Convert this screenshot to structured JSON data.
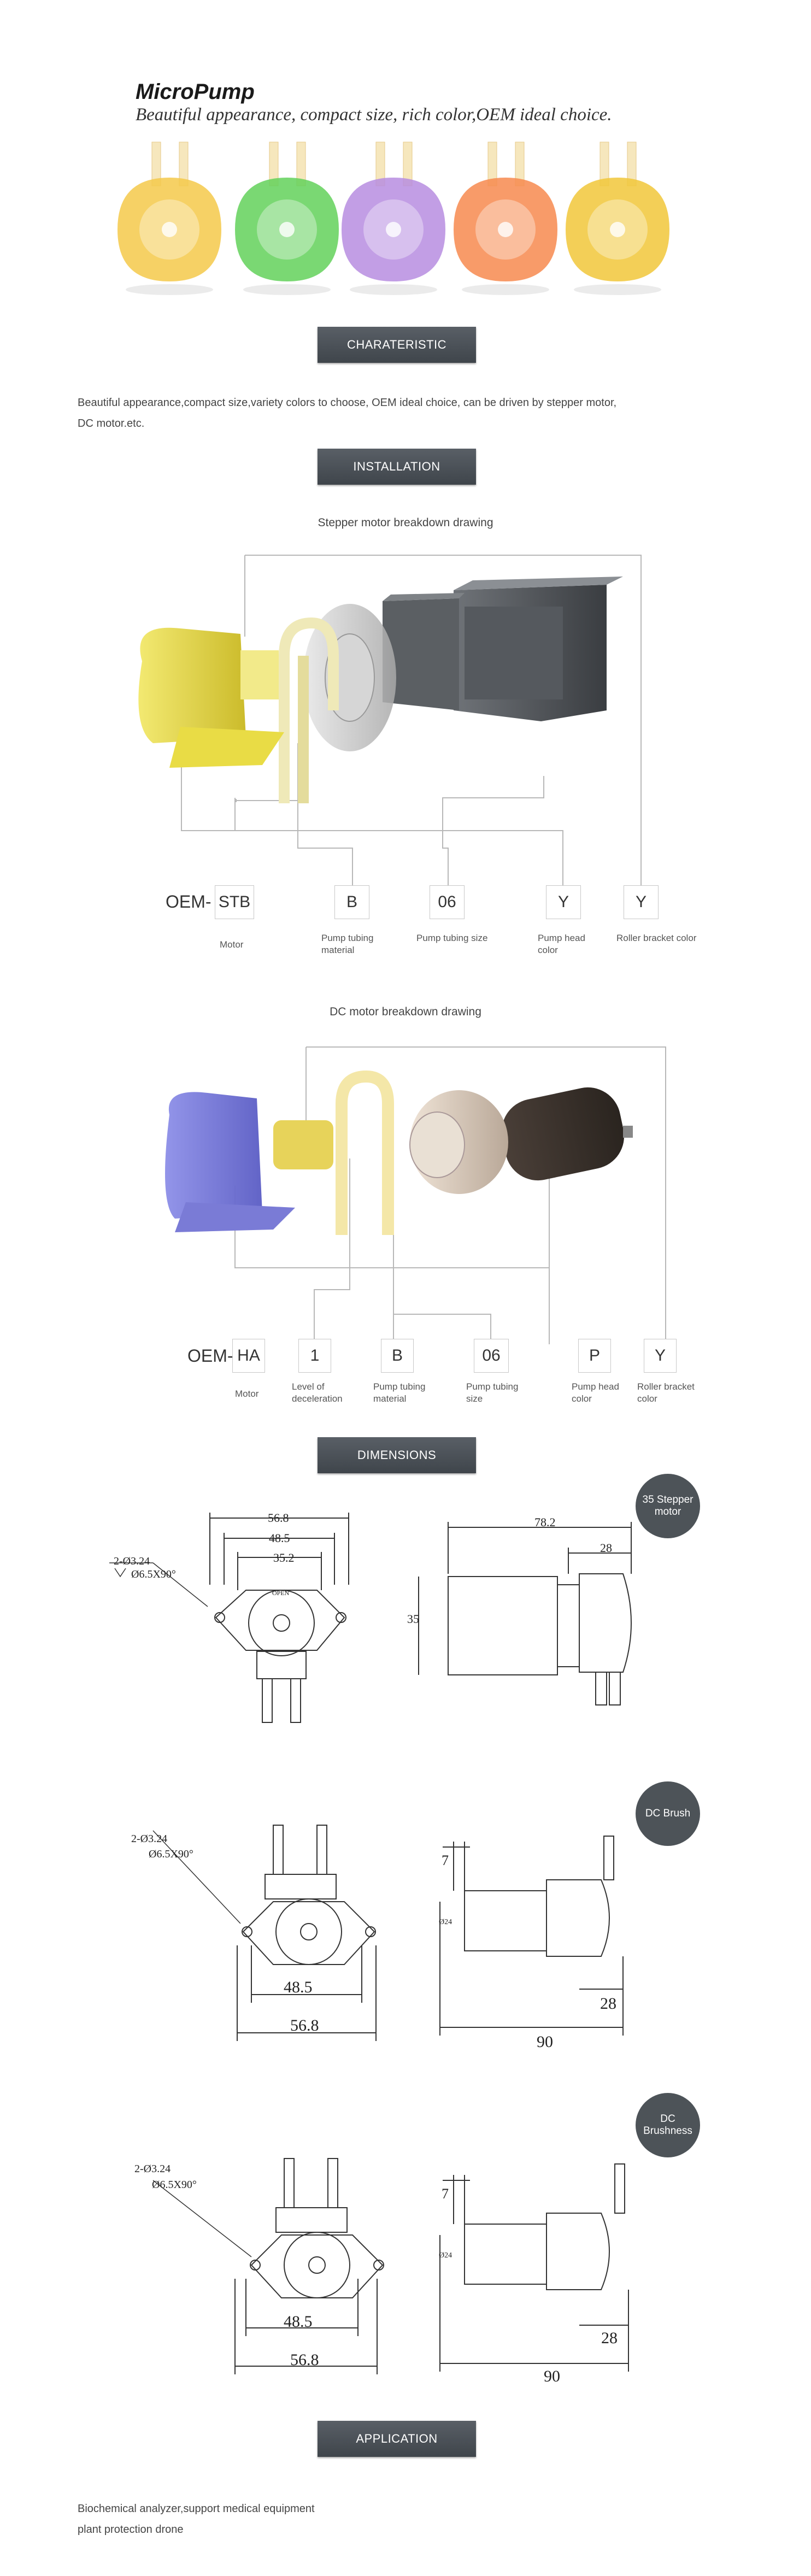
{
  "header": {
    "title": "MicroPump",
    "subtitle": "Beautiful appearance, compact size, rich color,OEM ideal choice."
  },
  "colors": {
    "pump_colors": [
      "#f4c94a",
      "#63d15a",
      "#b78de0",
      "#f78a4f",
      "#f1c73a"
    ],
    "banner": "#4b5157"
  },
  "sections": {
    "characteristic": "CHARATERISTIC",
    "installation": "INSTALLATION",
    "dimensions": "DIMENSIONS",
    "application": "APPLICATION"
  },
  "characteristic": {
    "line1": "Beautiful appearance,compact size,variety colors to choose, OEM ideal choice, can be driven by  stepper motor,",
    "line2": "DC motor.etc."
  },
  "stepper_drawing": {
    "heading": "Stepper motor breakdown drawing",
    "prefix": "OEM-",
    "codes": [
      "STB",
      "B",
      "06",
      "Y",
      "Y"
    ],
    "labels": [
      "Motor",
      "Pump tubing material",
      "Pump tubing size",
      "Pump head color",
      "Roller bracket color"
    ]
  },
  "dc_drawing": {
    "heading": "DC motor breakdown drawing",
    "prefix": "OEM-",
    "codes": [
      "HA",
      "1",
      "B",
      "06",
      "P",
      "Y"
    ],
    "labels": [
      "Motor",
      "Level of deceleration",
      "Pump tubing material",
      "Pump tubing size",
      "Pump head color",
      "Roller bracket color"
    ]
  },
  "dimensions": {
    "stepper": {
      "badge": "35 Stepper motor",
      "w1": "56.8",
      "w2": "48.5",
      "w3": "35.2",
      "hole": "2-Ø3.24",
      "cs": "Ø6.5X90°",
      "side_w": "78.2",
      "side_w2": "28",
      "side_h": "35",
      "open": "OPEN"
    },
    "dc_brush": {
      "badge": "DC Brush",
      "w1": "48.5",
      "w2": "56.8",
      "hole": "2-Ø3.24",
      "cs": "Ø6.5X90°",
      "s7": "7",
      "s28": "28",
      "s90": "90",
      "sh": "Ø24"
    },
    "dc_brushless": {
      "badge": "DC Brushness",
      "w1": "48.5",
      "w2": "56.8",
      "hole": "2-Ø3.24",
      "cs": "Ø6.5X90°",
      "s7": "7",
      "s28": "28",
      "s90": "90",
      "sh": "Ø24"
    }
  },
  "application": {
    "line1": "Biochemical analyzer,support medical equipment",
    "line2": "plant protection drone"
  }
}
